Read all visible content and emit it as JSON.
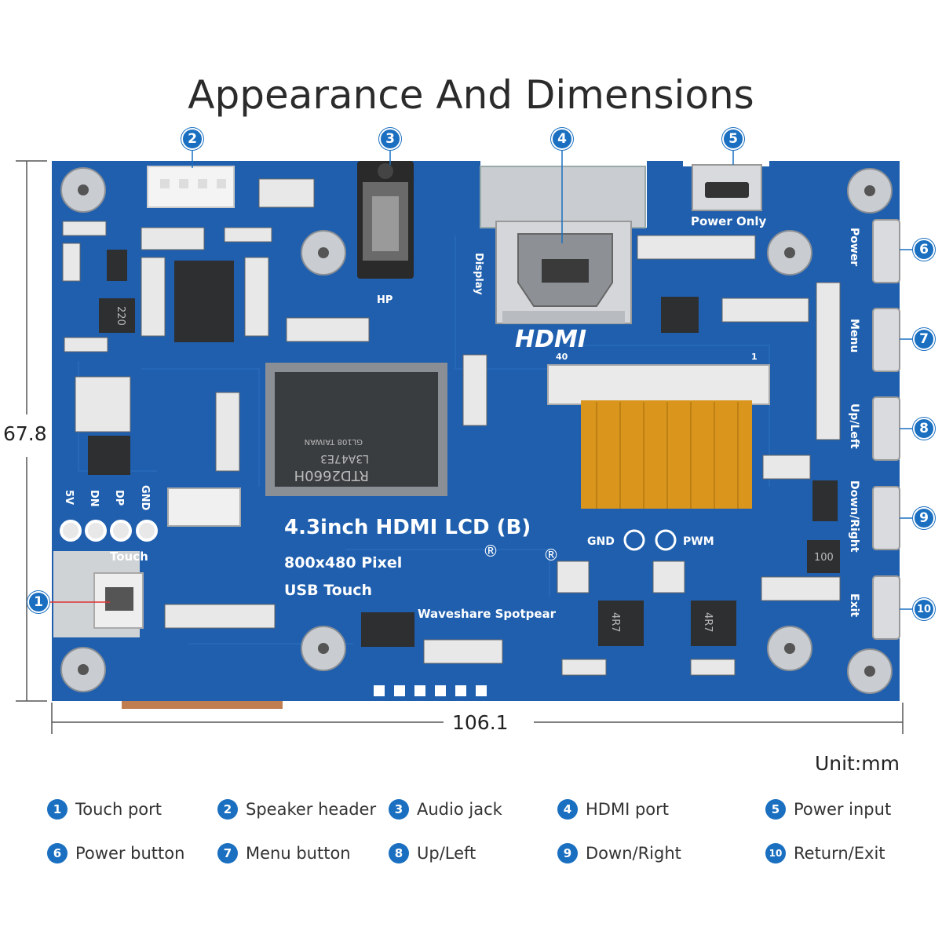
{
  "title": "Appearance And Dimensions",
  "dimensions": {
    "height": "67.8",
    "width": "106.1",
    "unit": "Unit:mm"
  },
  "board": {
    "product": "4.3inch HDMI LCD (B)",
    "resolution": "800x480 Pixel",
    "touch": "USB Touch",
    "brand": "Waveshare Spotpear",
    "chip": "RTD2660H",
    "chip_sub1": "L3A47E3",
    "chip_sub2": "GL108 TAIWAN",
    "hdmi_logo": "HDMI",
    "silk_hp": "HP",
    "silk_display": "Display",
    "silk_power_only": "Power Only",
    "silk_touch": "Touch",
    "silk_gnd": "GND",
    "silk_pwm": "PWM",
    "silk_5v": "5V",
    "silk_dn": "DN",
    "silk_dp": "DP",
    "silk_gnd2": "GND",
    "silk_40": "40",
    "silk_1": "1",
    "silk_220": "220",
    "silk_4r7a": "4R7",
    "silk_4r7b": "4R7",
    "silk_100": "100",
    "btn_power": "Power",
    "btn_menu": "Menu",
    "btn_upleft": "Up/Left",
    "btn_downright": "Down/Right",
    "btn_exit": "Exit"
  },
  "callouts": [
    "1",
    "2",
    "3",
    "4",
    "5",
    "6",
    "7",
    "8",
    "9",
    "10"
  ],
  "legend": [
    {
      "num": "1",
      "label": "Touch port"
    },
    {
      "num": "2",
      "label": "Speaker header"
    },
    {
      "num": "3",
      "label": "Audio jack"
    },
    {
      "num": "4",
      "label": "HDMI port"
    },
    {
      "num": "5",
      "label": "Power input"
    },
    {
      "num": "6",
      "label": "Power button"
    },
    {
      "num": "7",
      "label": "Menu button"
    },
    {
      "num": "8",
      "label": "Up/Left"
    },
    {
      "num": "9",
      "label": "Down/Right"
    },
    {
      "num": "10",
      "label": "Return/Exit"
    }
  ],
  "colors": {
    "board": "#1f5fae",
    "callout": "#1a6fc0",
    "flex": "#d9951c"
  }
}
